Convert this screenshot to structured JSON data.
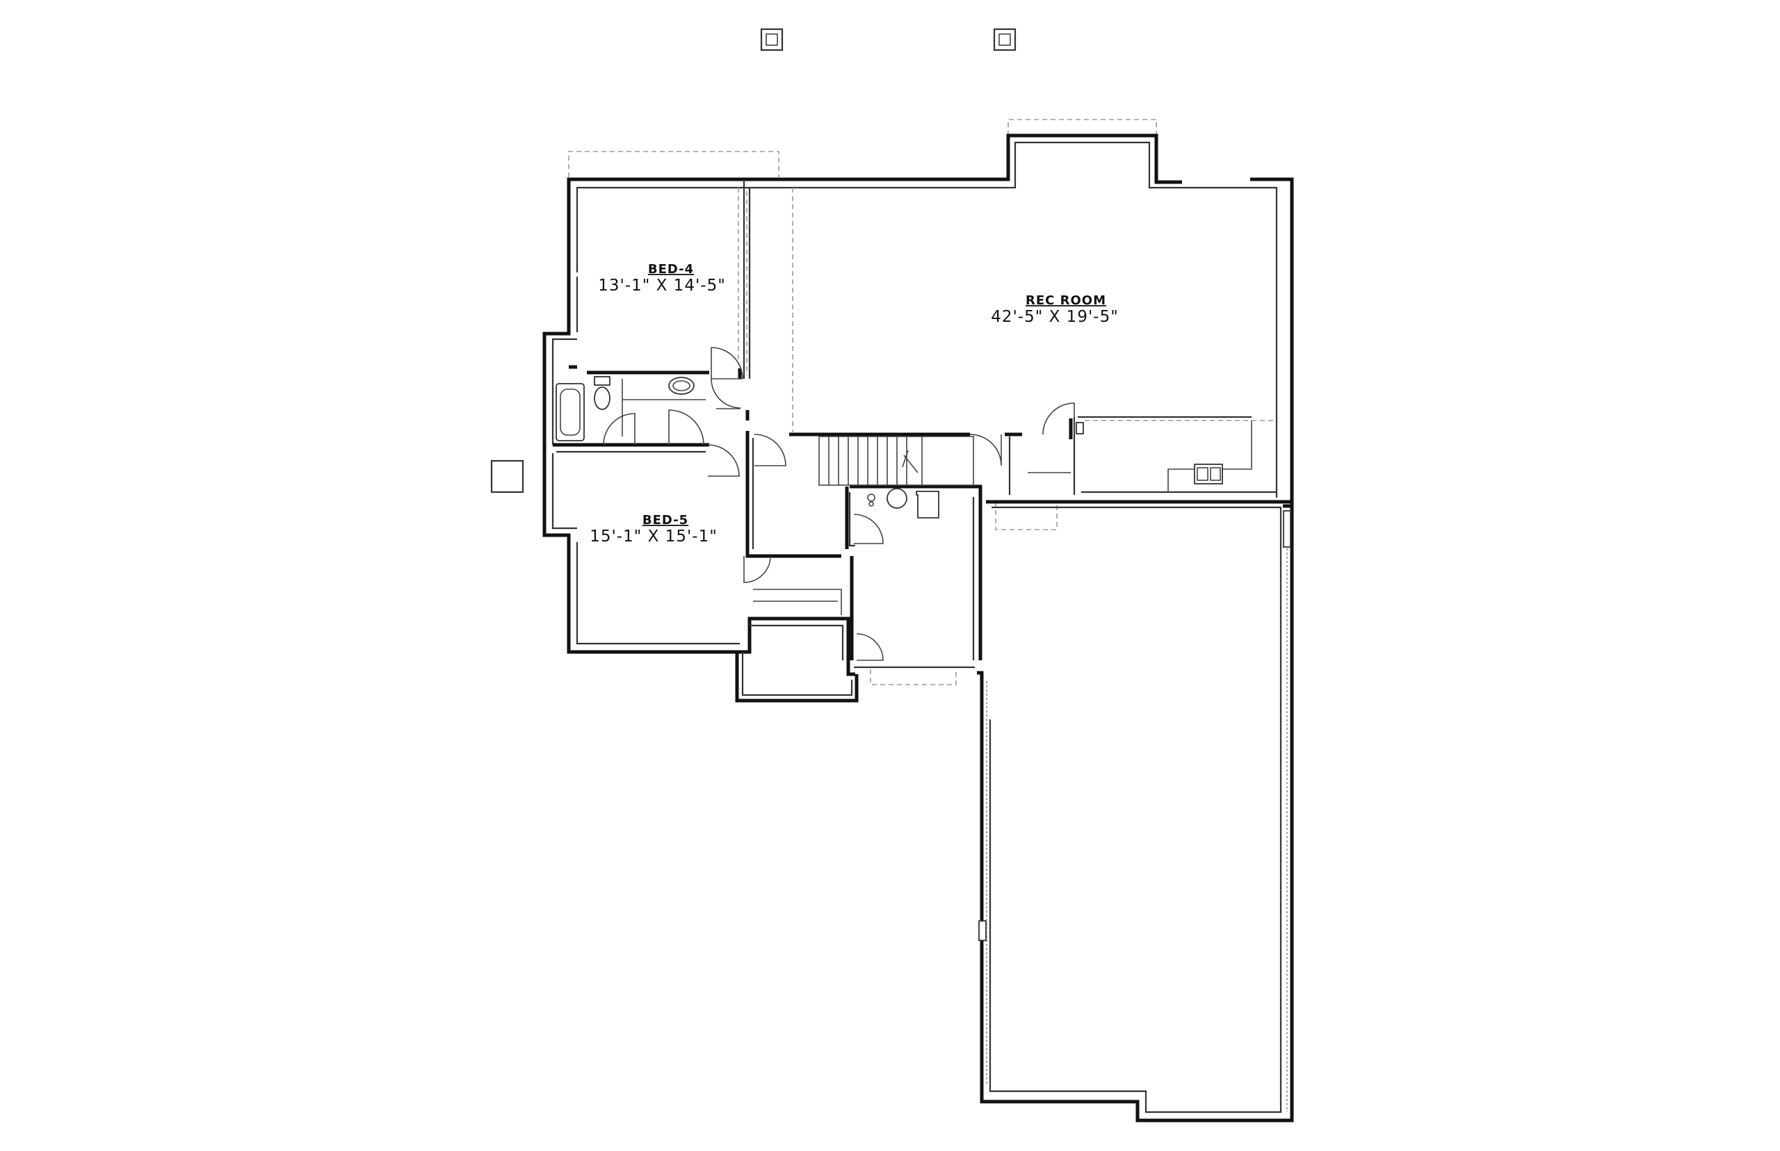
{
  "rooms": [
    {
      "id": "bed4",
      "name": "BED-4",
      "dims": "13'-1\" X 14'-5\""
    },
    {
      "id": "rec",
      "name": "REC ROOM",
      "dims": "42'-5\" X 19'-5\""
    },
    {
      "id": "bed5",
      "name": "BED-5",
      "dims": "15'-1\" X 15'-1\""
    }
  ]
}
